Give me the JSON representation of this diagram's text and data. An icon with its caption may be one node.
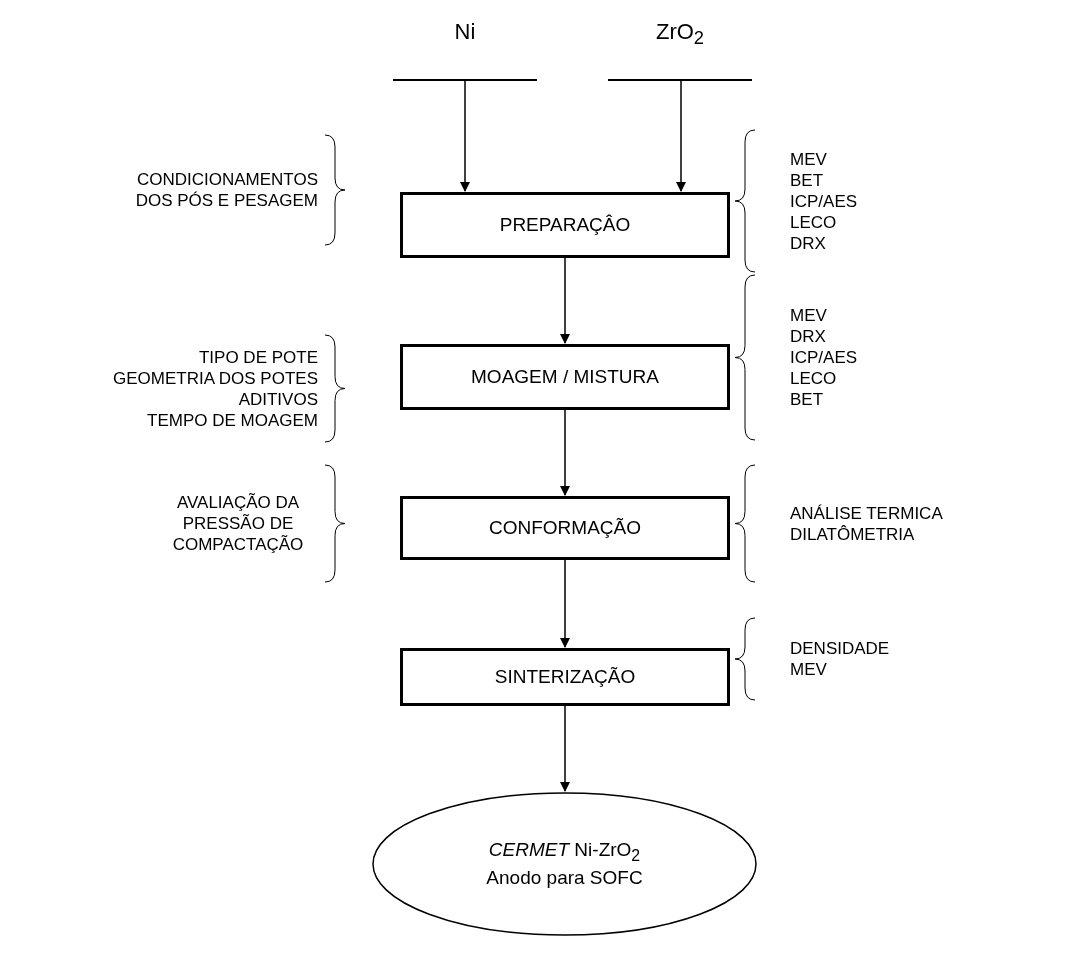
{
  "diagram": {
    "nodes": [
      {
        "text": [
          "Ni"
        ]
      },
      {
        "text": [
          "ZrO$_{2}$"
        ]
      },
      {
        "text": [
          "PREPARAÇÂO"
        ],
        "beside": [
          "MEV",
          "BET",
          "ICP/AES",
          "LECO",
          "DRX"
        ]
      },
      {
        "text": [
          "MOAGEM / MISTURA"
        ],
        "beside": [
          "MEV",
          "DRX",
          "ICP/AES",
          "LECO",
          "BET"
        ]
      },
      {
        "text": [
          "CONFORMAÇÃO"
        ],
        "beside": [
          "ANÁLISE TERMICA",
          "DILATÔMETRIA"
        ]
      },
      {
        "text": [
          "SINTERIZAÇÃO"
        ],
        "beside": [
          "DENSIDADE",
          "MEV"
        ]
      },
      {
        "text": [
          "*CERMET* Ni-ZrO$_{2}$",
          "Anodo para SOFC"
        ]
      }
    ],
    "edges": [
      {
        "from": 0,
        "to": 2,
        "arrow": "to"
      },
      {
        "from": 1,
        "to": 2,
        "arrow": "to"
      },
      {
        "from": 2,
        "to": 3,
        "arrow": "to"
      },
      {
        "from": 3,
        "to": 4,
        "arrow": "to"
      },
      {
        "from": 4,
        "to": 5,
        "arrow": "to"
      },
      {
        "from": 5,
        "to": 6,
        "arrow": "to"
      }
    ],
    "labels": [
      "CONDICIONAMENTOS DOS PÓS E PESAGEM",
      "TIPO DE POTE",
      "GEOMETRIA DOS POTES",
      "ADITIVOS",
      "TEMPO DE MOAGEM",
      "AVALIAÇÃO DA PRESSÃO DE COMPACTAÇÃO"
    ]
  }
}
